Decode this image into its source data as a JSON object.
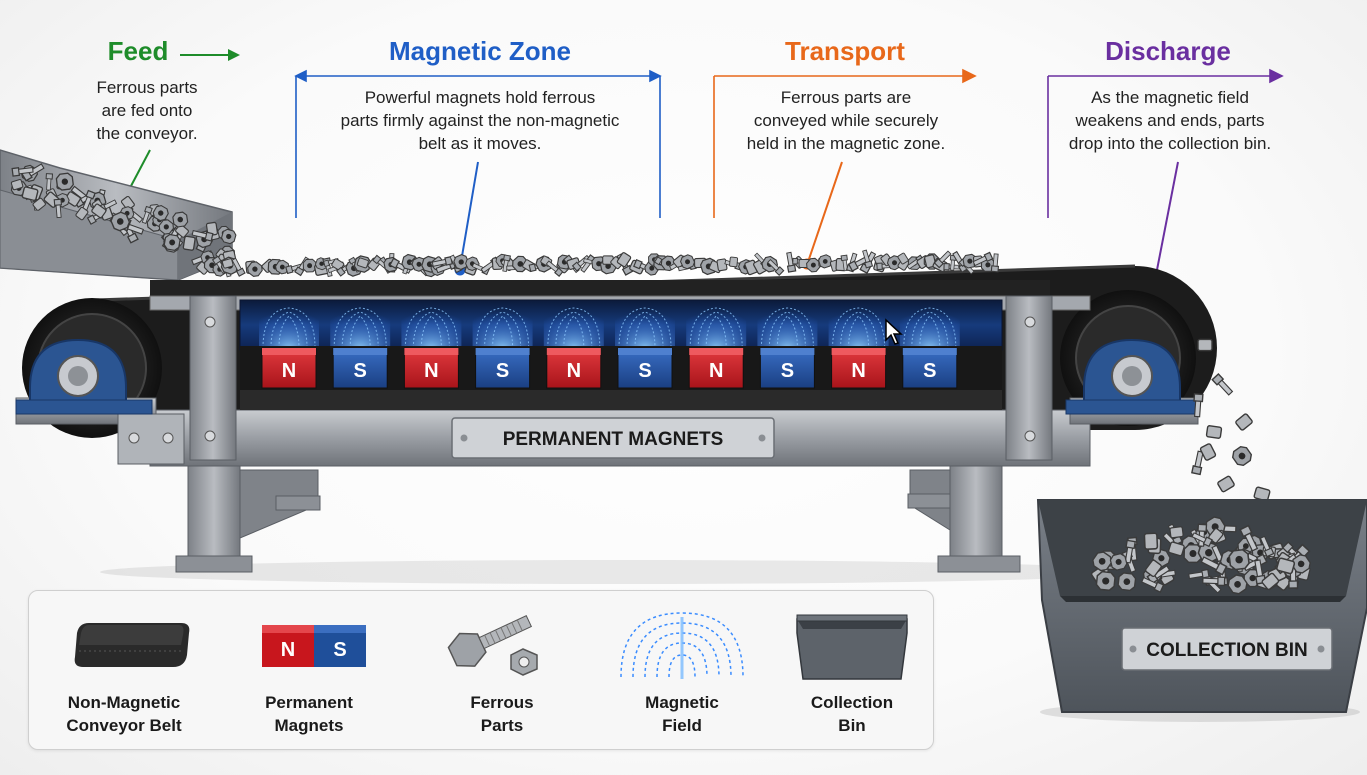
{
  "stages": [
    {
      "id": "feed",
      "title": "Feed",
      "color": "#1e8c2a",
      "desc": [
        "Ferrous parts",
        "are fed onto",
        "the conveyor."
      ]
    },
    {
      "id": "magnetic-zone",
      "title": "Magnetic Zone",
      "color": "#1f5ec6",
      "desc": [
        "Powerful magnets hold ferrous",
        "parts firmly against the non-magnetic",
        "belt as it moves."
      ]
    },
    {
      "id": "transport",
      "title": "Transport",
      "color": "#e8681a",
      "desc": [
        "Ferrous parts are",
        "conveyed while securely",
        "held in the magnetic zone."
      ]
    },
    {
      "id": "discharge",
      "title": "Discharge",
      "color": "#6a2fa0",
      "desc": [
        "As the magnetic field",
        "weakens and ends, parts",
        "drop into the collection bin."
      ]
    }
  ],
  "magnets": [
    "N",
    "S",
    "N",
    "S",
    "N",
    "S",
    "N",
    "S",
    "N",
    "S"
  ],
  "plates": {
    "magnets": "PERMANENT MAGNETS",
    "bin": "COLLECTION BIN"
  },
  "legend": [
    {
      "icon": "conveyor-belt-icon",
      "line1": "Non-Magnetic",
      "line2": "Conveyor Belt"
    },
    {
      "icon": "magnet-icon",
      "line1": "Permanent",
      "line2": "Magnets",
      "n": "N",
      "s": "S"
    },
    {
      "icon": "bolt-nut-icon",
      "line1": "Ferrous",
      "line2": "Parts"
    },
    {
      "icon": "magnetic-field-icon",
      "line1": "Magnetic",
      "line2": "Field"
    },
    {
      "icon": "bin-icon",
      "line1": "Collection",
      "line2": "Bin"
    }
  ],
  "colors": {
    "north": "#c8161d",
    "south": "#1f4f9a",
    "frame": "#8c9096",
    "belt": "#1c1c1c",
    "field": "#3a8cff"
  }
}
